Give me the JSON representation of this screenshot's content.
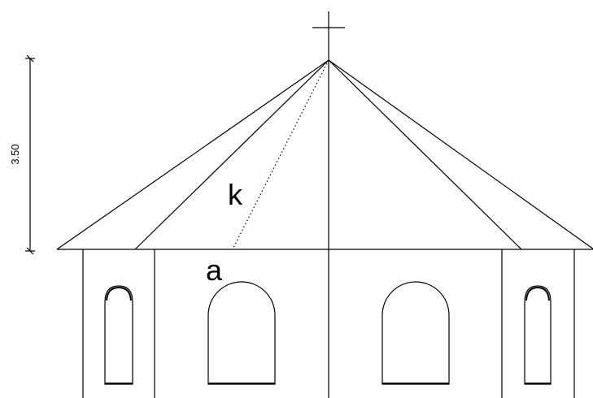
{
  "dimension": {
    "value": "3.50"
  },
  "labels": {
    "slant_height": "k",
    "base_side": "a"
  },
  "icons": {
    "cross": "cross-icon"
  },
  "colors": {
    "line": "#000000",
    "background": "#ffffff"
  }
}
